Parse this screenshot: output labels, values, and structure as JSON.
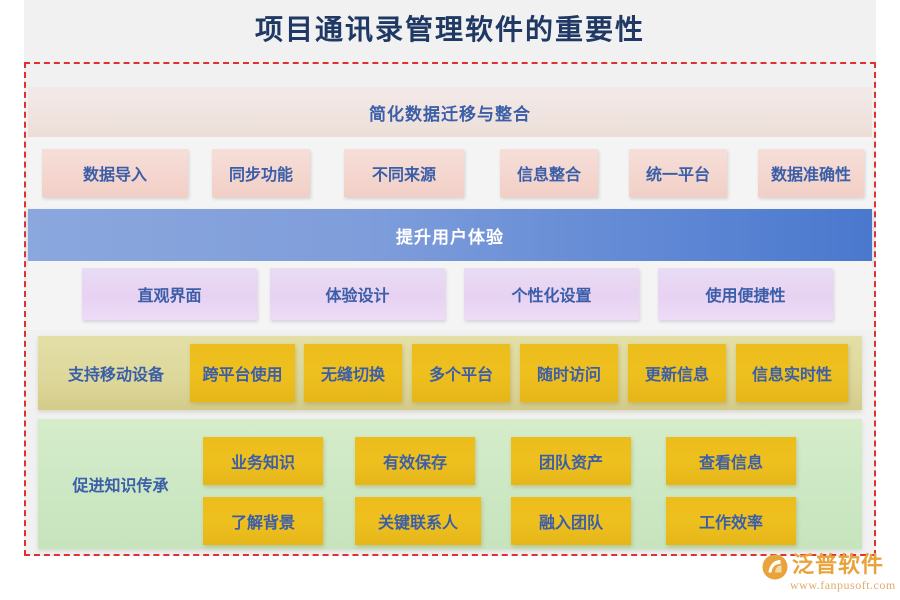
{
  "page": {
    "title": "项目通讯录管理软件的重要性",
    "accent_red": "#e03131",
    "accent_blue_text": "#3b5ea8",
    "title_color": "#1f3864"
  },
  "sections": [
    {
      "id": "data-migration",
      "header": "简化数据迁移与整合",
      "style": "pink",
      "items": [
        {
          "label": "数据导入"
        },
        {
          "label": "同步功能"
        },
        {
          "label": "不同来源"
        },
        {
          "label": "信息整合"
        },
        {
          "label": "统一平台"
        },
        {
          "label": "数据准确性"
        }
      ]
    },
    {
      "id": "user-experience",
      "header": "提升用户体验",
      "style": "blue",
      "items": [
        {
          "label": "直观界面"
        },
        {
          "label": "体验设计"
        },
        {
          "label": "个性化设置"
        },
        {
          "label": "使用便捷性"
        }
      ]
    },
    {
      "id": "mobile-support",
      "header": "支持移动设备",
      "style": "khaki",
      "items": [
        {
          "label": "跨平台使用"
        },
        {
          "label": "无缝切换"
        },
        {
          "label": "多个平台"
        },
        {
          "label": "随时访问"
        },
        {
          "label": "更新信息"
        },
        {
          "label": "信息实时性"
        }
      ]
    },
    {
      "id": "knowledge-transfer",
      "header": "促进知识传承",
      "style": "green",
      "row1": [
        {
          "label": "业务知识"
        },
        {
          "label": "有效保存"
        },
        {
          "label": "团队资产"
        },
        {
          "label": "查看信息"
        }
      ],
      "row2": [
        {
          "label": "了解背景"
        },
        {
          "label": "关键联系人"
        },
        {
          "label": "融入团队"
        },
        {
          "label": "工作效率"
        }
      ]
    }
  ],
  "logo": {
    "name": "泛普软件",
    "url": "www.fanpusoft.com",
    "color": "#e8a33d"
  }
}
